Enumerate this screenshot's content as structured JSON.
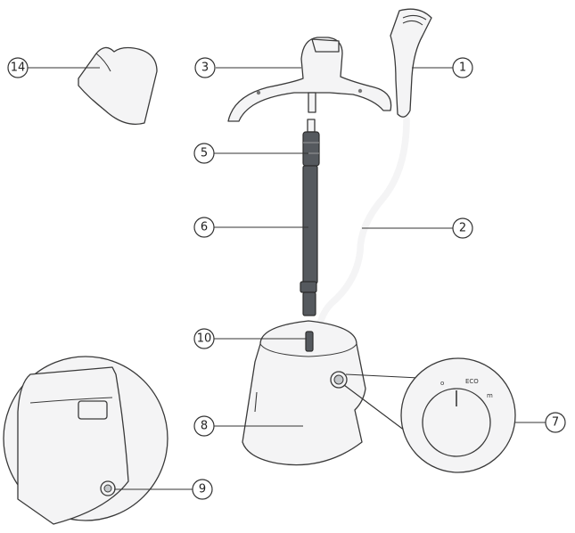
{
  "callouts": {
    "c1": "1",
    "c2": "2",
    "c3": "3",
    "c5": "5",
    "c6": "6",
    "c7": "7",
    "c8": "8",
    "c9": "9",
    "c10": "10",
    "c14": "14"
  },
  "dial": {
    "eco_label": "ECO"
  },
  "colors": {
    "outline": "#3a3a3a",
    "part_fill": "#f4f4f5",
    "dark_part": "#55595e"
  }
}
